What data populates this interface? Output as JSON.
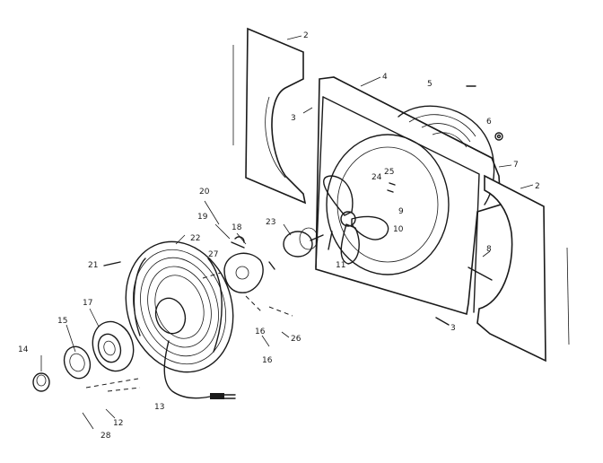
{
  "diagram": {
    "callouts": {
      "c2_top": "2",
      "c2_right": "2",
      "c3_top": "3",
      "c3_bottom": "3",
      "c4": "4",
      "c5": "5",
      "c6": "6",
      "c7": "7",
      "c8": "8",
      "c9": "9",
      "c10": "10",
      "c11": "11",
      "c12": "12",
      "c13": "13",
      "c14": "14",
      "c15": "15",
      "c16a": "16",
      "c16b": "16",
      "c17": "17",
      "c18": "18",
      "c19": "19",
      "c20": "20",
      "c21": "21",
      "c22": "22",
      "c23": "23",
      "c24": "24",
      "c25": "25",
      "c26": "26",
      "c27": "27",
      "c28": "28"
    }
  }
}
